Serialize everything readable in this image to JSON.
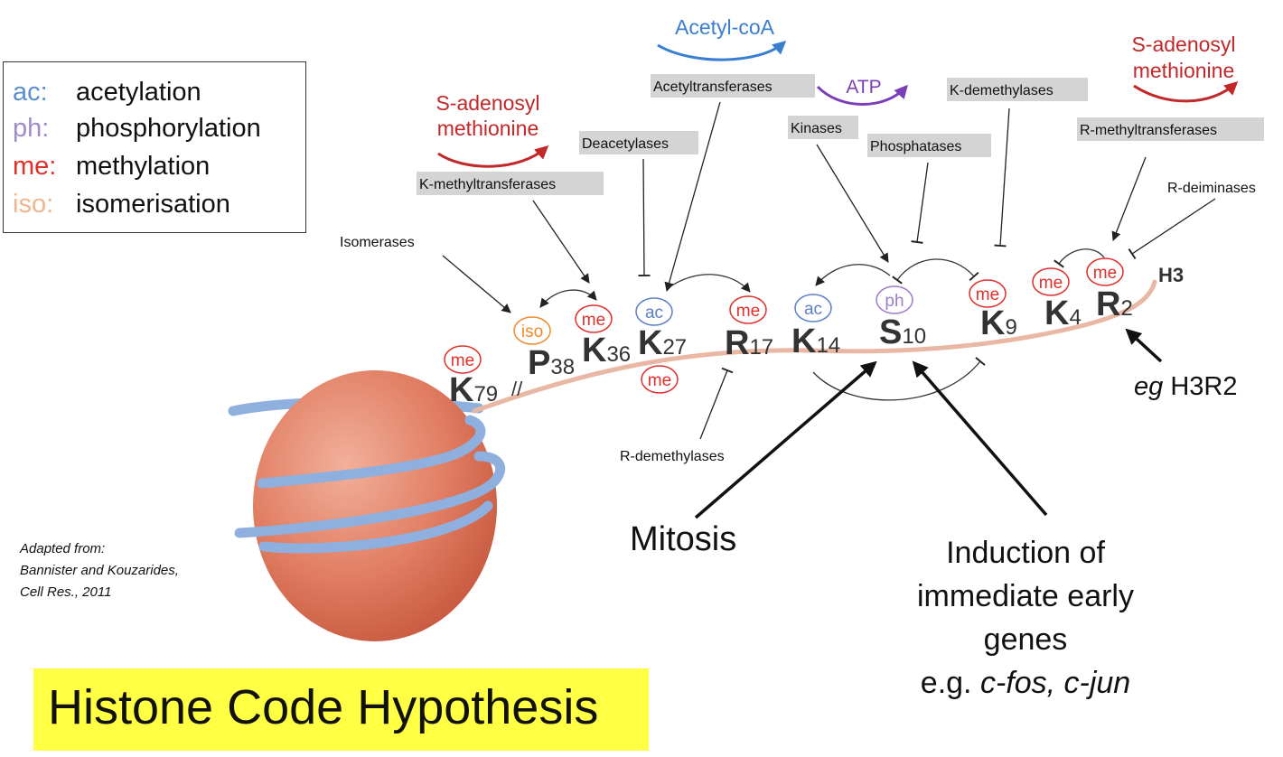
{
  "legend": {
    "items": [
      {
        "abbr": "ac:",
        "label": "acetylation",
        "color": "#5b8fd0"
      },
      {
        "abbr": "ph:",
        "label": "phosphorylation",
        "color": "#a08cc8"
      },
      {
        "abbr": "me:",
        "label": "methylation",
        "color": "#e0302a"
      },
      {
        "abbr": "iso:",
        "label": "isomerisation",
        "color": "#f2b48c"
      }
    ]
  },
  "enzymes": {
    "k_methyltransferases": "K-methyltransferases",
    "deacetylases": "Deacetylases",
    "acetyltransferases": "Acetyltransferases",
    "kinases": "Kinases",
    "phosphatases": "Phosphatases",
    "k_demethylases": "K-demethylases",
    "r_methyltransferases": "R-methyltransferases",
    "r_deiminases": "R-deiminases",
    "isomerases": "Isomerases",
    "r_demethylases": "R-demethylases"
  },
  "cofactors": {
    "sam_left_line1": "S-adenosyl",
    "sam_left_line2": "methionine",
    "acetyl_coa": "Acetyl-coA",
    "atp": "ATP",
    "sam_right_line1": "S-adenosyl",
    "sam_right_line2": "methionine"
  },
  "marks": {
    "me": "me",
    "ac": "ac",
    "ph": "ph",
    "iso": "iso"
  },
  "residues": {
    "k79_letter": "K",
    "k79_num": "79",
    "p38_letter": "P",
    "p38_num": "38",
    "k36_letter": "K",
    "k36_num": "36",
    "k27_letter": "K",
    "k27_num": "27",
    "r17_letter": "R",
    "r17_num": "17",
    "k14_letter": "K",
    "k14_num": "14",
    "s10_letter": "S",
    "s10_num": "10",
    "k9_letter": "K",
    "k9_num": "9",
    "k4_letter": "K",
    "k4_num": "4",
    "r2_letter": "R",
    "r2_num": "2",
    "h3": "H3",
    "break_mark": "//"
  },
  "annotations": {
    "eg_italic": "eg",
    "eg_rest": " H3R2",
    "mitosis": "Mitosis",
    "induction_line1": "Induction of",
    "induction_line2": "immediate early",
    "induction_line3": "genes",
    "induction_eg": "e.g. ",
    "induction_fos": "c-fos, c-jun"
  },
  "attribution": {
    "line1": "Adapted from:",
    "line2": "Bannister and Kouzarides,",
    "line3": "Cell Res., 2011"
  },
  "title": "Histone Code Hypothesis",
  "colors": {
    "me": "#e0302a",
    "ac": "#5b7fc8",
    "ph": "#9b7cc8",
    "iso": "#f08a2a",
    "tail": "#e9b8a4",
    "nucleosome": "#e07d62",
    "dna": "#8fb0de",
    "enzyme_box": "#d4d4d4",
    "acetyl_coa": "#3a7fcf",
    "atp": "#7a3fb8",
    "sam": "#c0282a",
    "banner": "#ffff44"
  }
}
